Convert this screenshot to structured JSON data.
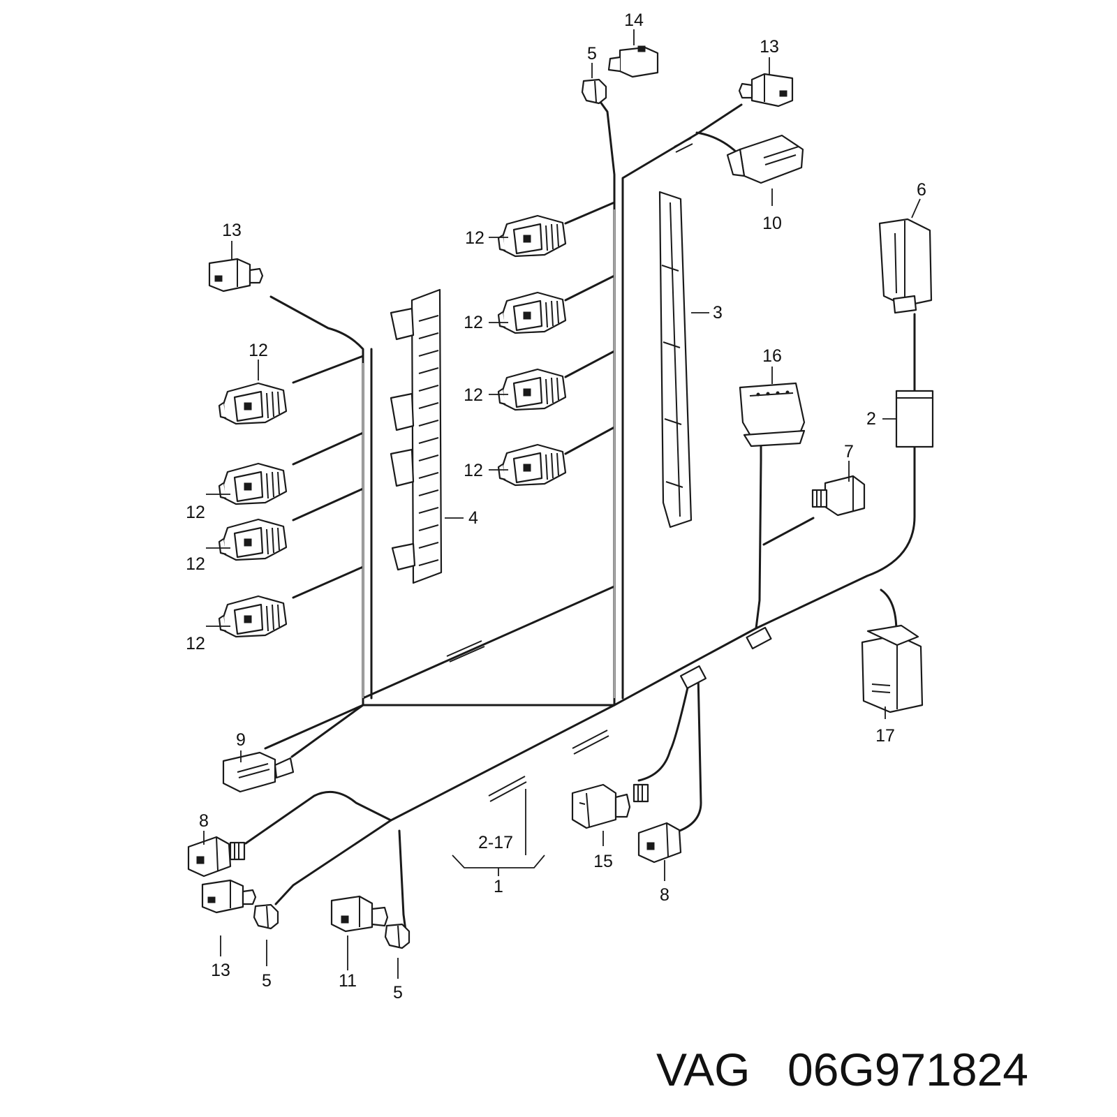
{
  "callouts": {
    "c14": "14",
    "c5_top": "5",
    "c13_top": "13",
    "c10": "10",
    "c6": "6",
    "c13_left": "13",
    "c12_r1": "12",
    "c12_r2": "12",
    "c12_r3": "12",
    "c12_r4": "12",
    "c3": "3",
    "c16": "16",
    "c2": "2",
    "c7": "7",
    "c12_l1": "12",
    "c12_l2": "12",
    "c12_l3": "12",
    "c12_l4": "12",
    "c4": "4",
    "c9": "9",
    "c17": "17",
    "c8_left": "8",
    "c2_17": "2-17",
    "c1": "1",
    "c15": "15",
    "c8_right": "8",
    "c13_bottom": "13",
    "c5_bl": "5",
    "c11": "11",
    "c5_bm": "5"
  },
  "footer": {
    "brand": "VAG",
    "part_number": "06G971824"
  }
}
